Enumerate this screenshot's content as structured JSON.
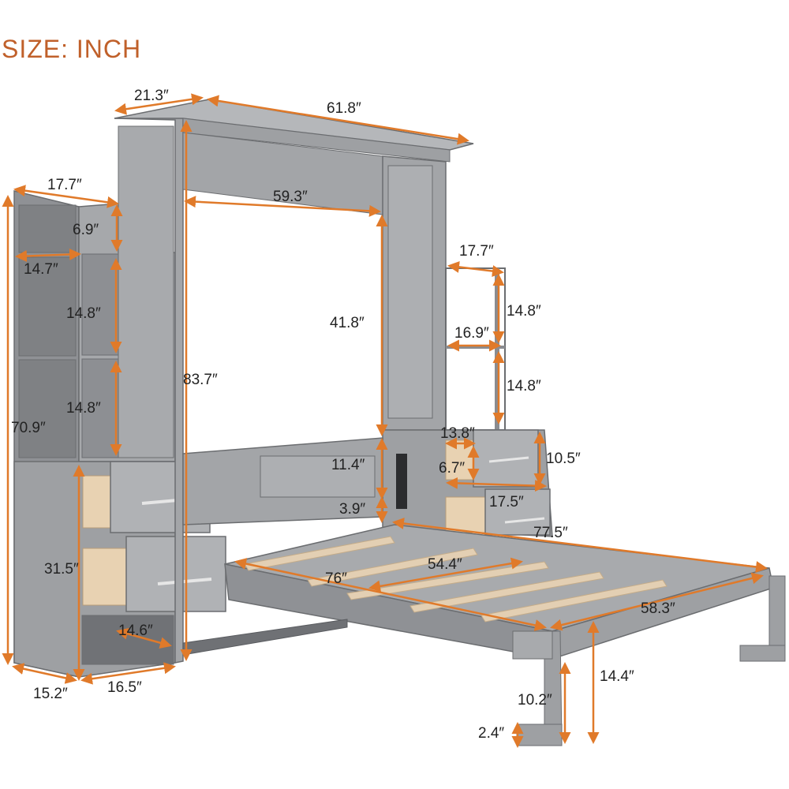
{
  "title": "SIZE: INCH",
  "colors": {
    "furniture": "#9ea0a3",
    "furniture_dark": "#7f8184",
    "furniture_light": "#b9bbbe",
    "outline": "#6b6d70",
    "arrow": "#e07a2a",
    "slat": "#e3cfb3",
    "drawer_inside": "#e8d2b2",
    "title": "#c0602a"
  },
  "dimensions": [
    {
      "id": "top-depth",
      "text": "21.3″"
    },
    {
      "id": "top-width",
      "text": "61.8″"
    },
    {
      "id": "inner-width",
      "text": "59.3″"
    },
    {
      "id": "left-tower-depth",
      "text": "17.7″"
    },
    {
      "id": "left-top-shelf-height",
      "text": "6.9″"
    },
    {
      "id": "left-shelf-width",
      "text": "14.7″"
    },
    {
      "id": "left-shelf-height-1",
      "text": "14.8″"
    },
    {
      "id": "left-shelf-height-2",
      "text": "14.8″"
    },
    {
      "id": "left-tower-height",
      "text": "70.9″"
    },
    {
      "id": "left-drawer-height",
      "text": "31.5″"
    },
    {
      "id": "left-base-depth",
      "text": "14.6″"
    },
    {
      "id": "left-base-side",
      "text": "15.2″"
    },
    {
      "id": "left-base-width",
      "text": "16.5″"
    },
    {
      "id": "overall-height",
      "text": "83.7″"
    },
    {
      "id": "inner-height",
      "text": "41.8″"
    },
    {
      "id": "right-shelf-depth",
      "text": "17.7″"
    },
    {
      "id": "right-shelf-height-1",
      "text": "14.8″"
    },
    {
      "id": "right-shelf-width",
      "text": "16.9″"
    },
    {
      "id": "right-shelf-height-2",
      "text": "14.8″"
    },
    {
      "id": "headboard-height",
      "text": "11.4″"
    },
    {
      "id": "base-gap",
      "text": "3.9″"
    },
    {
      "id": "drawer-inner-width",
      "text": "13.8″"
    },
    {
      "id": "drawer-inner-height",
      "text": "6.7″"
    },
    {
      "id": "drawer-height",
      "text": "10.5″"
    },
    {
      "id": "drawer-width",
      "text": "17.5″"
    },
    {
      "id": "bed-length",
      "text": "77.5″"
    },
    {
      "id": "slat-length",
      "text": "76″"
    },
    {
      "id": "bed-inner-width",
      "text": "54.4″"
    },
    {
      "id": "bed-width",
      "text": "58.3″"
    },
    {
      "id": "leg-height",
      "text": "14.4″"
    },
    {
      "id": "leg-inner-height",
      "text": "10.2″"
    },
    {
      "id": "leg-foot",
      "text": "2.4″"
    }
  ]
}
